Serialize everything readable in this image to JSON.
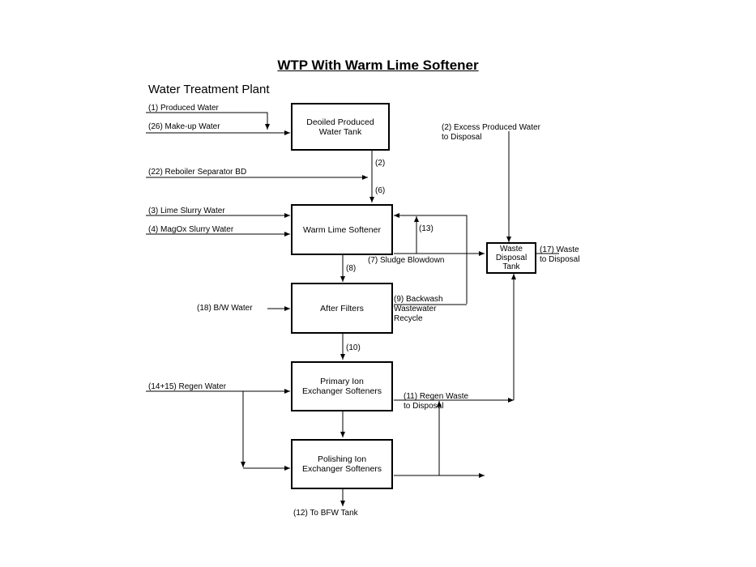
{
  "diagram": {
    "title": "WTP With Warm Lime Softener",
    "subtitle": "Water Treatment Plant",
    "boxes": {
      "deoiled_tank": "Deoiled Produced\nWater Tank",
      "warm_lime_softener": "Warm Lime Softener",
      "after_filters": "After Filters",
      "primary_ion_exchanger": "Primary Ion\nExchanger Softeners",
      "polishing_ion_exchanger": "Polishing Ion\nExchanger Softeners",
      "waste_disposal_tank": "Waste\nDisposal\nTank"
    },
    "streams": {
      "s1": "(1) Produced Water",
      "s26": "(26) Make-up Water",
      "s22": "(22) Reboiler Separator BD",
      "s2_line": "(2)",
      "s6": "(6)",
      "s3": "(3) Lime Slurry Water",
      "s4": "(4) MagOx Slurry Water",
      "s13": "(13)",
      "s7": "(7) Sludge Blowdown",
      "s8": "(8)",
      "s9": "(9) Backwash\nWastewater\nRecycle",
      "s18": "(18) B/W Water",
      "s10": "(10)",
      "s14_15": "(14+15) Regen Water",
      "s11": "(11) Regen Waste\n       to Disposal",
      "s12": "(12) To BFW Tank",
      "s2_excess": "(2) Excess Produced Water\nto Disposal",
      "s17": "(17) Waste\nto Disposal"
    }
  }
}
